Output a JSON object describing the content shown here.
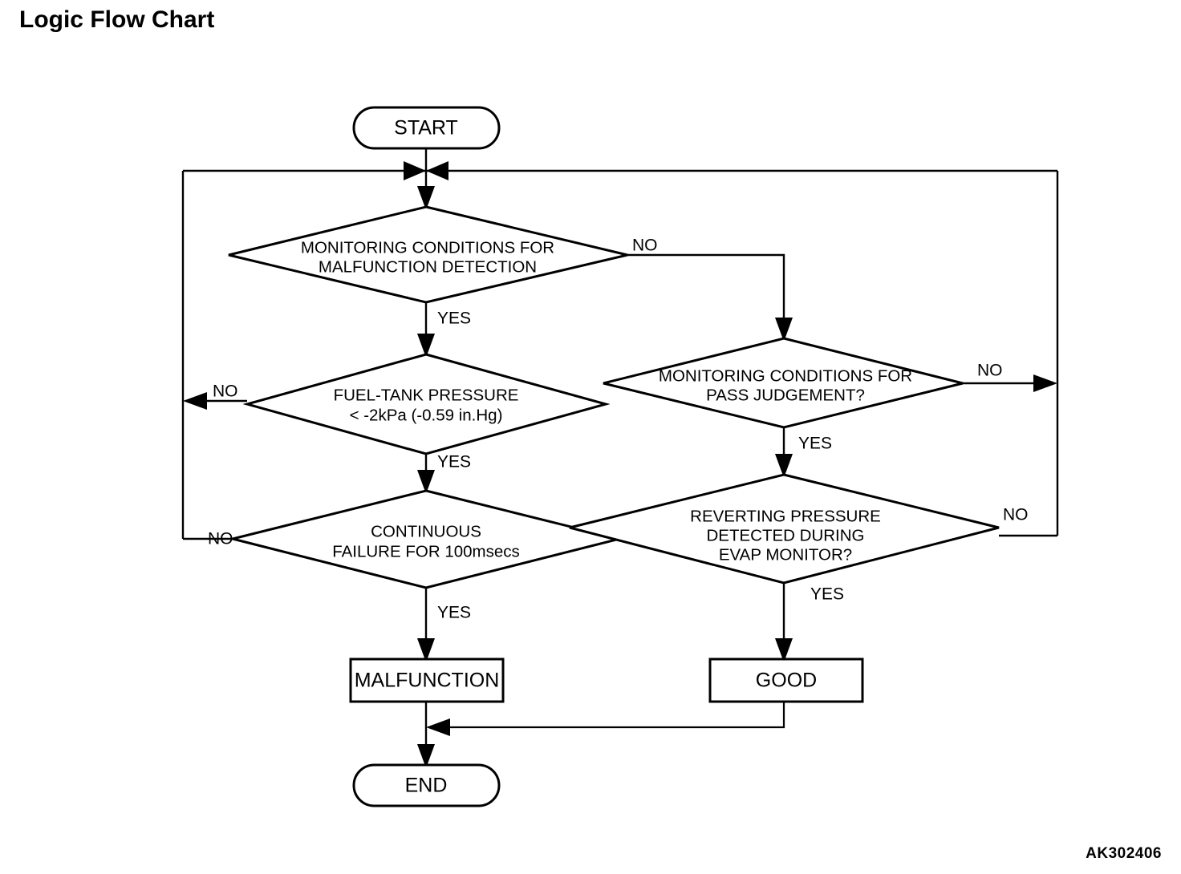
{
  "page": {
    "title": "Logic Flow Chart",
    "figure_code": "AK302406",
    "background_color": "#ffffff",
    "line_color": "#000000"
  },
  "flowchart": {
    "nodes": {
      "start": {
        "id": "start",
        "type": "terminator",
        "label": "START"
      },
      "end": {
        "id": "end",
        "type": "terminator",
        "label": "END"
      },
      "monitoring_malfunction": {
        "id": "monitoring_malfunction",
        "type": "decision",
        "line1": "MONITORING CONDITIONS FOR",
        "line2": "MALFUNCTION DETECTION"
      },
      "fuel_tank_pressure": {
        "id": "fuel_tank_pressure",
        "type": "decision",
        "line1": "FUEL-TANK PRESSURE",
        "line2": "< -2kPa (-0.59 in.Hg)"
      },
      "continuous_failure": {
        "id": "continuous_failure",
        "type": "decision",
        "line1": "CONTINUOUS",
        "line2": "FAILURE FOR 100msecs"
      },
      "monitoring_pass": {
        "id": "monitoring_pass",
        "type": "decision",
        "line1": "MONITORING CONDITIONS FOR",
        "line2": "PASS JUDGEMENT?"
      },
      "reverting_pressure": {
        "id": "reverting_pressure",
        "type": "decision",
        "line1": "REVERTING PRESSURE",
        "line2": "DETECTED DURING",
        "line3": "EVAP MONITOR?"
      },
      "malfunction": {
        "id": "malfunction",
        "type": "process",
        "label": "MALFUNCTION"
      },
      "good": {
        "id": "good",
        "type": "process",
        "label": "GOOD"
      }
    },
    "edge_labels": {
      "monitoring_malfunction_no": "NO",
      "monitoring_malfunction_yes": "YES",
      "fuel_tank_pressure_no": "NO",
      "fuel_tank_pressure_yes": "YES",
      "continuous_failure_no": "NO",
      "continuous_failure_yes": "YES",
      "monitoring_pass_no": "NO",
      "monitoring_pass_yes": "YES",
      "reverting_pressure_no": "NO",
      "reverting_pressure_yes": "YES"
    }
  }
}
